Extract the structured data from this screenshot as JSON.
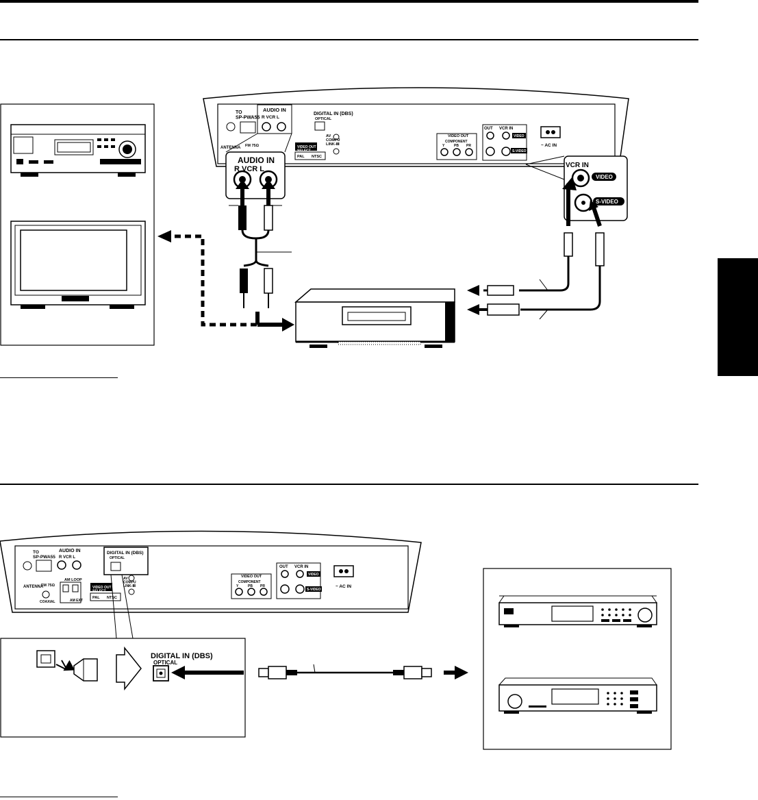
{
  "panel": {
    "to_sp_pwa55": "TO\nSP-PWA55",
    "audio_in": "AUDIO IN",
    "r_vcr_l": "R  VCR  L",
    "digital_in_dbs": "DIGITAL IN (DBS)",
    "optical": "OPTICAL",
    "av_compu_link": "AV\nCOMPU\nLINK-Ⅲ",
    "video_out_select": "VIDEO OUT\nSELECT",
    "pal": "PAL",
    "ntsc": "NTSC",
    "antenna": "ANTENNA",
    "fm_75": "FM 75Ω",
    "coaxial": "COAXIAL",
    "am_loop": "AM LOOP",
    "am_ext": "AM EXT",
    "video_out": "VIDEO OUT",
    "component": "COMPONENT",
    "y": "Y",
    "pb": "PB",
    "pr": "PR",
    "out": "OUT",
    "vcr_in": "VCR IN",
    "video": "VIDEO",
    "s_video": "S-VIDEO",
    "ac_in": "~ AC IN"
  },
  "callouts": {
    "audio_in_zoom": "AUDIO IN",
    "r_vcr_l_zoom": "R  VCR  L",
    "vcr_in_zoom": "VCR IN",
    "video_zoom": "VIDEO",
    "s_video_zoom": "S-VIDEO",
    "digital_in_zoom": "DIGITAL IN (DBS)",
    "optical_zoom": "OPTICAL"
  }
}
